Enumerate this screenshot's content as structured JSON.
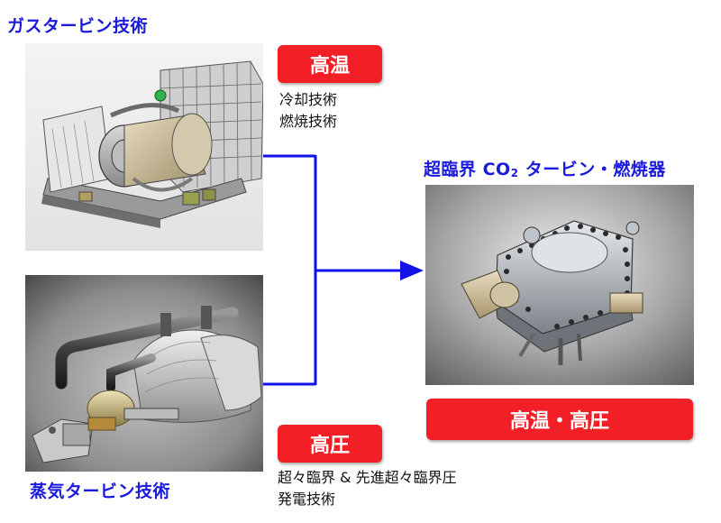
{
  "gas_turbine": {
    "title": "ガスタービン技術",
    "badge": "高温",
    "notes": [
      "冷却技術",
      "燃焼技術"
    ]
  },
  "steam_turbine": {
    "title": "蒸気タービン技術",
    "badge": "高圧",
    "notes": [
      "超々臨界 & 先進超々臨界圧",
      "発電技術"
    ]
  },
  "sco2": {
    "title_prefix": "超臨界 CO",
    "title_sub": "2",
    "title_suffix": " タービン・燃焼器",
    "badge": "高温・高圧"
  },
  "colors": {
    "title_blue": "#1a1adc",
    "badge_red": "#f21f26",
    "connector_blue": "#1212e6"
  }
}
